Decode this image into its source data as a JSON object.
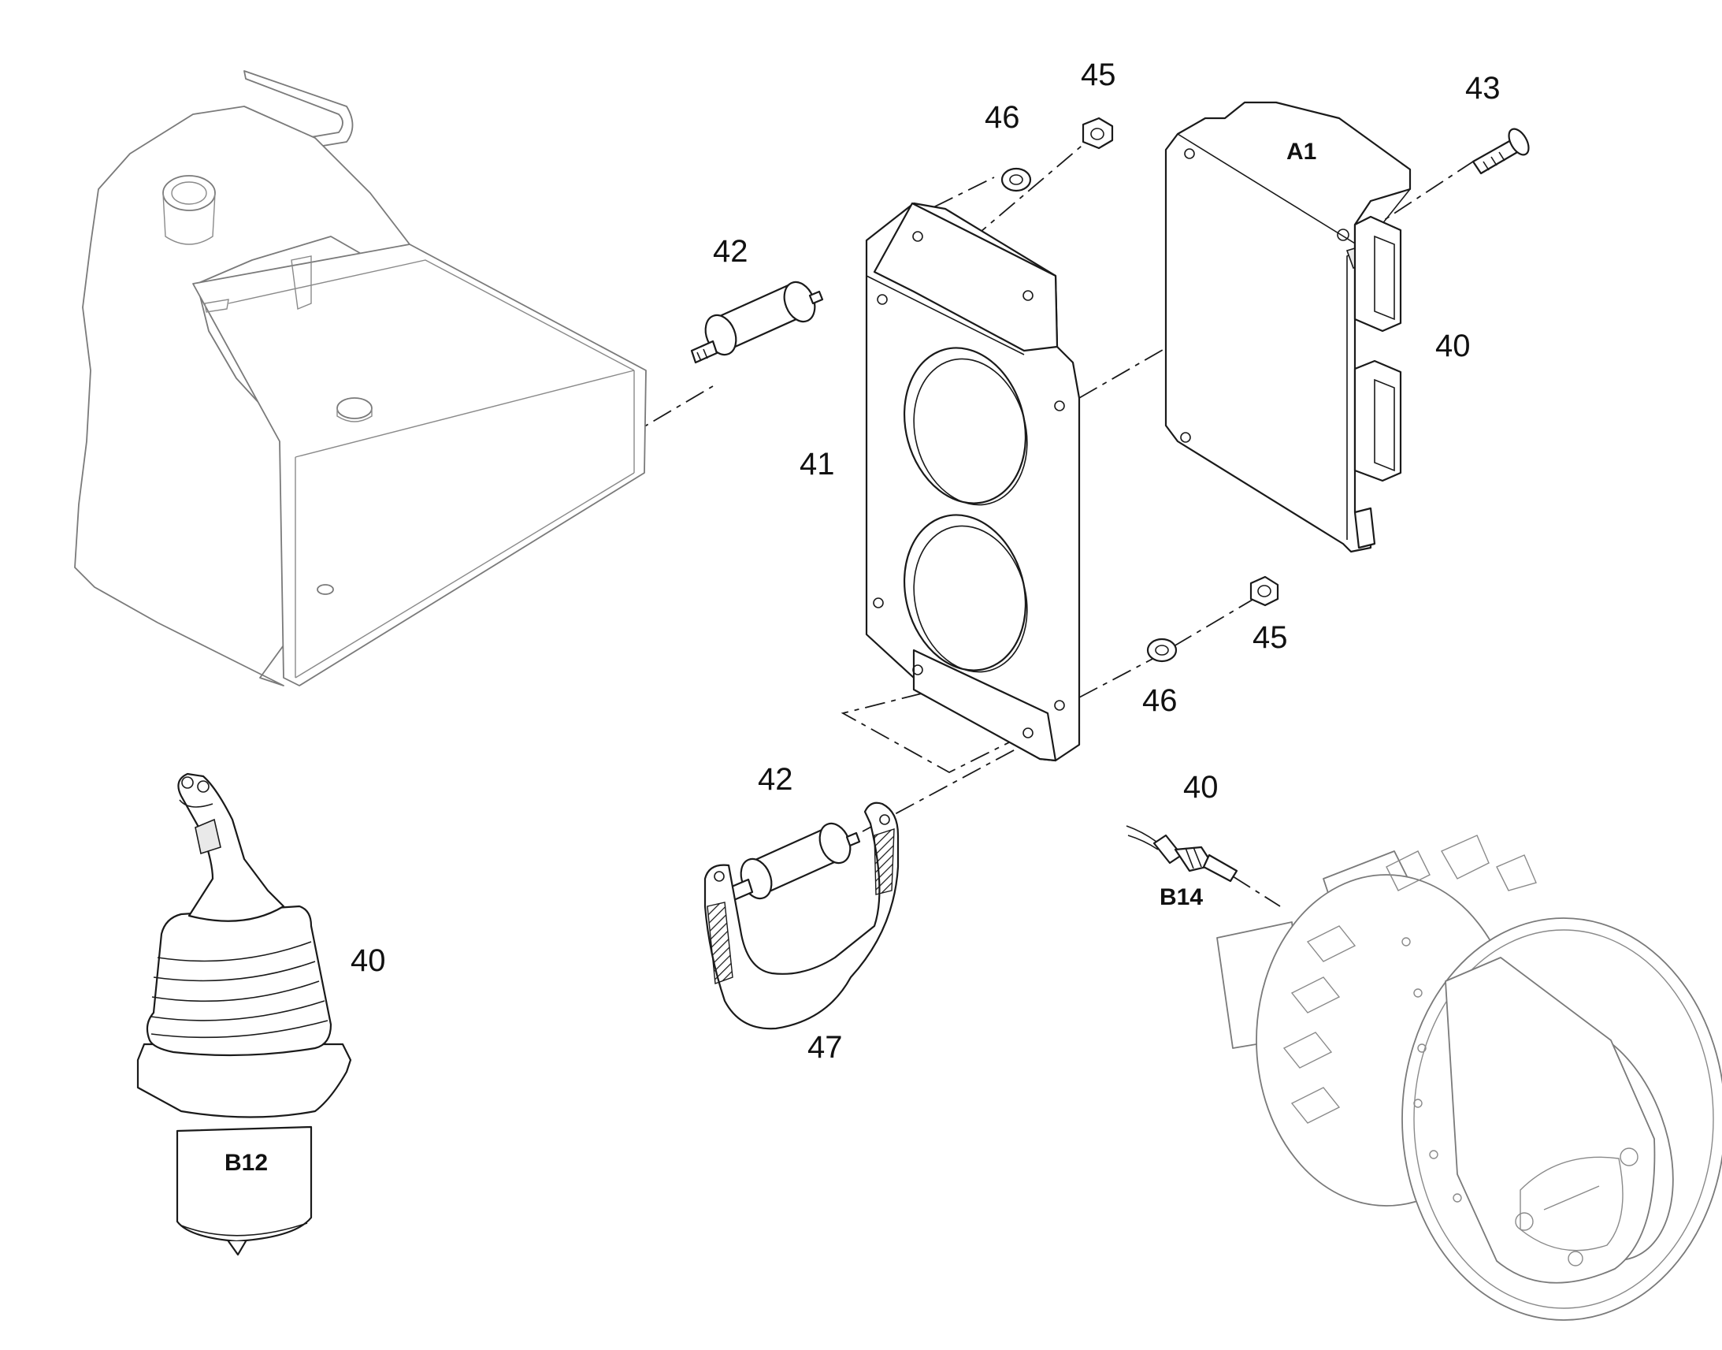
{
  "callouts": {
    "n45_top": "45",
    "n46_top": "46",
    "n43": "43",
    "n42_top": "42",
    "n40_a1": "40",
    "n41": "41",
    "n45_bottom": "45",
    "n46_bottom": "46",
    "n42_bottom": "42",
    "n40_b14": "40",
    "n40_b12": "40",
    "n47": "47"
  },
  "component_tags": {
    "a1": "A1",
    "b12": "B12",
    "b14": "B14"
  },
  "colors": {
    "line": "#1a1a1a",
    "light_line": "#7a7a7a",
    "background": "#ffffff"
  }
}
